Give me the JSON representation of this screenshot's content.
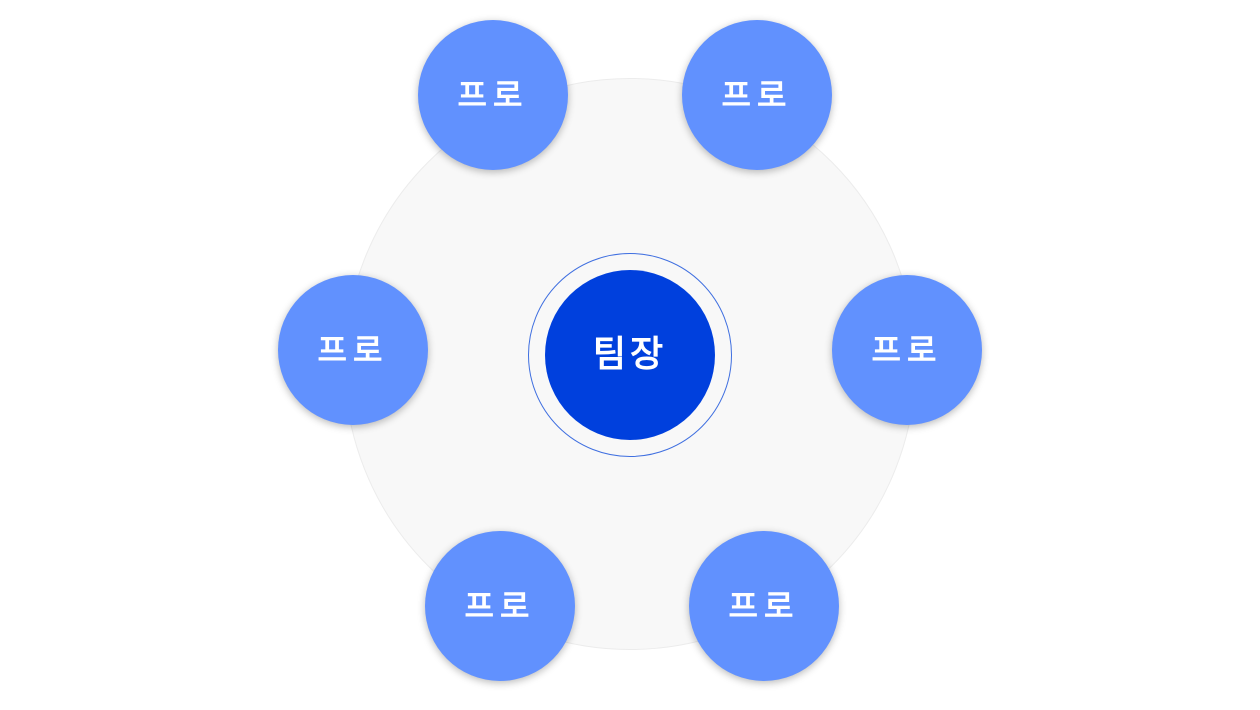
{
  "diagram": {
    "leader": {
      "label": "팀장",
      "color": "#0040dd"
    },
    "members": [
      {
        "label": "프로"
      },
      {
        "label": "프로"
      },
      {
        "label": "프로"
      },
      {
        "label": "프로"
      },
      {
        "label": "프로"
      },
      {
        "label": "프로"
      }
    ],
    "member_color": "#6191fe"
  }
}
